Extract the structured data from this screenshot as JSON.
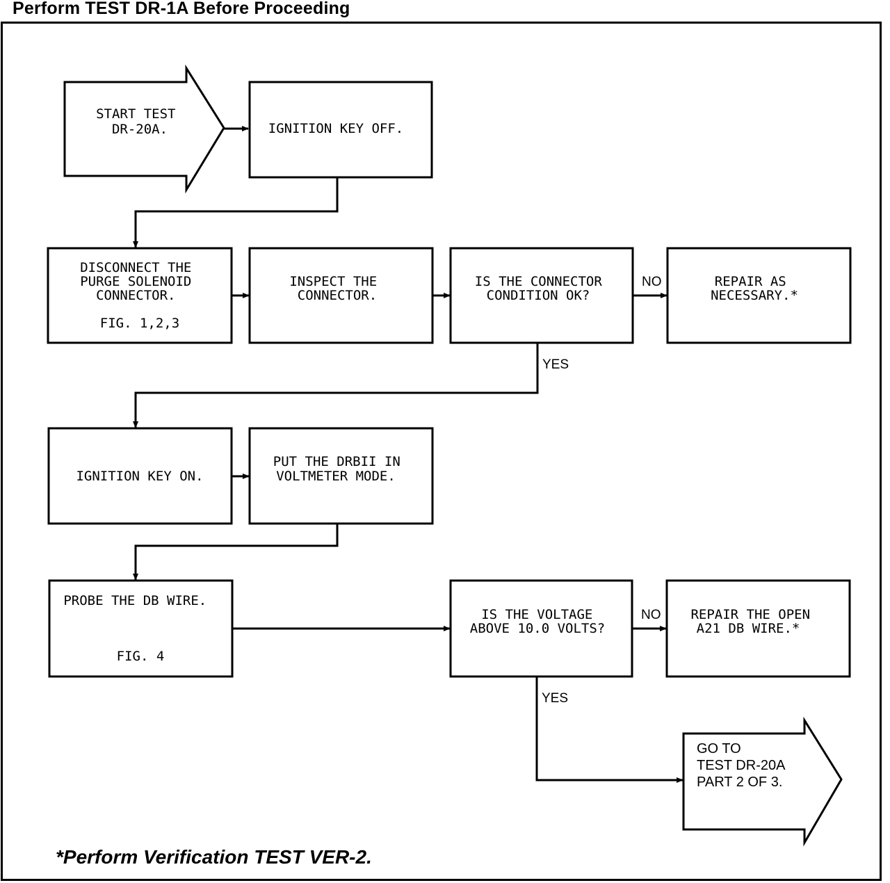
{
  "header": "Perform TEST DR-1A Before Proceeding",
  "nodes": {
    "start": [
      "START TEST",
      "DR-20A."
    ],
    "ign_off": [
      "IGNITION KEY OFF."
    ],
    "disconnect": [
      "DISCONNECT THE",
      "PURGE SOLENOID",
      "CONNECTOR."
    ],
    "disconnect_fig": "FIG. 1,2,3",
    "inspect": [
      "INSPECT THE",
      "CONNECTOR."
    ],
    "conn_ok": [
      "IS THE CONNECTOR",
      "CONDITION OK?"
    ],
    "repair1": [
      "REPAIR AS",
      "NECESSARY.*"
    ],
    "ign_on": [
      "IGNITION KEY ON."
    ],
    "drbii": [
      "PUT THE DRBII IN",
      "VOLTMETER MODE."
    ],
    "probe": [
      "PROBE THE DB WIRE."
    ],
    "probe_fig": "FIG. 4",
    "voltage": [
      "IS THE VOLTAGE",
      "ABOVE 10.0 VOLTS?"
    ],
    "repair2": [
      "REPAIR THE OPEN",
      "A21 DB WIRE.*"
    ],
    "goto": [
      "GO TO",
      "TEST DR-20A",
      "PART 2 OF 3."
    ]
  },
  "edge_labels": {
    "no1": "NO",
    "yes1": "YES",
    "no2": "NO",
    "yes2": "YES"
  },
  "footnote": "*Perform Verification TEST VER-2."
}
